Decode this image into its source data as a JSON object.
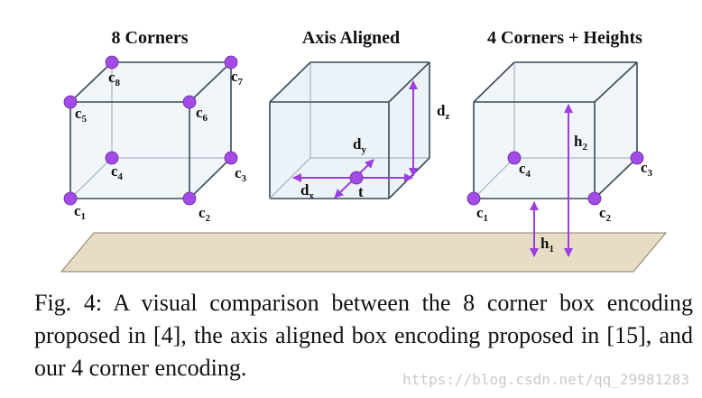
{
  "titles": {
    "eight_corners": "8 Corners",
    "axis_aligned": "Axis Aligned",
    "four_corners_heights": "4 Corners + Heights"
  },
  "labels": {
    "c1": {
      "main": "c",
      "sub": "1"
    },
    "c2": {
      "main": "c",
      "sub": "2"
    },
    "c3": {
      "main": "c",
      "sub": "3"
    },
    "c4": {
      "main": "c",
      "sub": "4"
    },
    "c5": {
      "main": "c",
      "sub": "5"
    },
    "c6": {
      "main": "c",
      "sub": "6"
    },
    "c7": {
      "main": "c",
      "sub": "7"
    },
    "c8": {
      "main": "c",
      "sub": "8"
    },
    "dx": {
      "main": "d",
      "sub": "x"
    },
    "dy": {
      "main": "d",
      "sub": "y"
    },
    "dz": {
      "main": "d",
      "sub": "z"
    },
    "t": "t",
    "h1": {
      "main": "h",
      "sub": "1"
    },
    "h2": {
      "main": "h",
      "sub": "2"
    }
  },
  "caption": {
    "text": "Fig. 4: A visual comparison between the 8 corner box encoding proposed in [4], the axis aligned box encoding proposed in [15], and our 4 corner encoding."
  },
  "watermark": "https://blog.csdn.net/qq_29981283",
  "colors": {
    "box_edge": "#3a4b5a",
    "box_fill": "#e4eef6",
    "corner_dot": "#a24be6",
    "arrow": "#9b3fe0",
    "ground_fill": "#e7dcc4",
    "ground_edge": "#8a7f6e"
  }
}
